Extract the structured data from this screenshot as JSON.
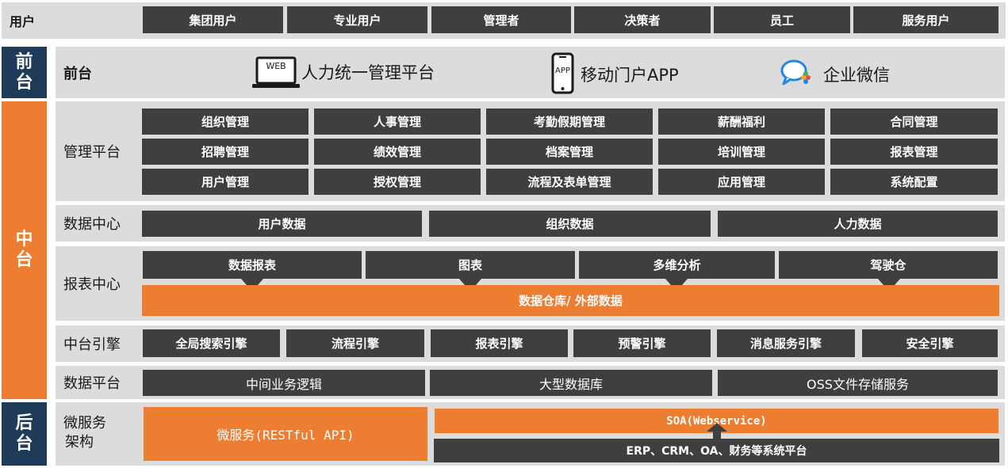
{
  "user_row": {
    "label": "用户",
    "items": [
      "集团用户",
      "专业用户",
      "管理者",
      "决策者",
      "员工",
      "服务用户"
    ]
  },
  "front": {
    "side_label": "前台",
    "label": "前台",
    "items": [
      {
        "icon": "laptop-web-icon",
        "icon_text": "WEB",
        "label": "人力统一管理平台"
      },
      {
        "icon": "phone-app-icon",
        "icon_text": "APP",
        "label": "移动门户APP"
      },
      {
        "icon": "wecom-icon",
        "label": "企业微信"
      }
    ]
  },
  "middle": {
    "side_label": "中台",
    "management": {
      "label": "管理平台",
      "items": [
        "组织管理",
        "人事管理",
        "考勤假期管理",
        "薪酬福利",
        "合同管理",
        "招聘管理",
        "绩效管理",
        "档案管理",
        "培训管理",
        "报表管理",
        "用户管理",
        "授权管理",
        "流程及表单管理",
        "应用管理",
        "系统配置"
      ]
    },
    "data_center": {
      "label": "数据中心",
      "items": [
        "用户数据",
        "组织数据",
        "人力数据"
      ]
    },
    "report_center": {
      "label": "报表中心",
      "items": [
        "数据报表",
        "图表",
        "多维分析",
        "驾驶仓"
      ],
      "warehouse": "数据仓库/ 外部数据"
    },
    "engine": {
      "label": "中台引擎",
      "items": [
        "全局搜索引擎",
        "流程引擎",
        "报表引擎",
        "预警引擎",
        "消息服务引擎",
        "安全引擎"
      ]
    },
    "data_platform": {
      "label": "数据平台",
      "items": [
        "中间业务逻辑",
        "大型数据库",
        "OSS文件存储服务"
      ]
    }
  },
  "back": {
    "side_label": "后台",
    "label_line1": "微服务",
    "label_line2": "架构",
    "microservice": "微服务(RESTful API)",
    "soa": "SOA(Webservice)",
    "systems": "ERP、CRM、OA、财务等系统平台"
  },
  "colors": {
    "orange": "#ed7d31",
    "dark": "#3f3f3f",
    "navy": "#1f3b5a",
    "band": "#dcdcdc"
  }
}
